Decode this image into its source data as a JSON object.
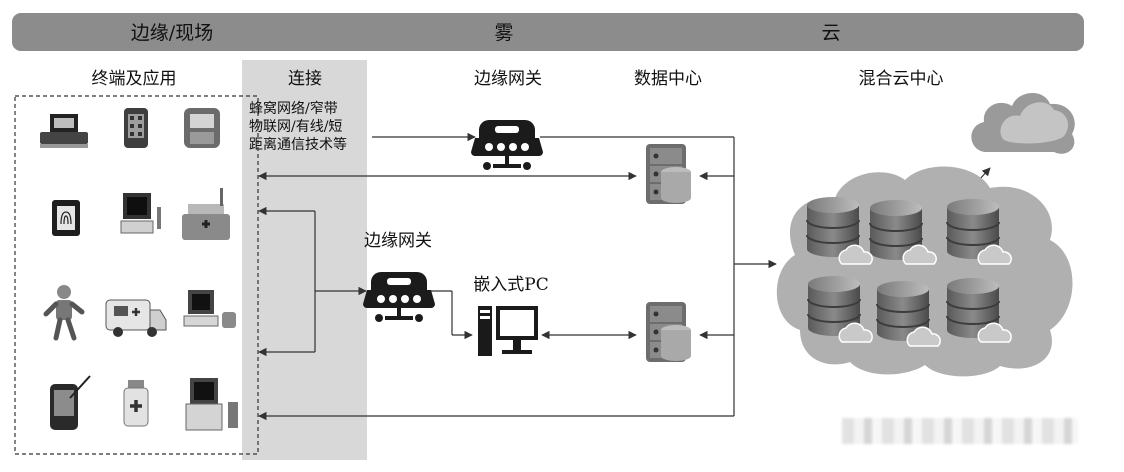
{
  "tiers": {
    "edge": "边缘/现场",
    "fog": "雾",
    "cloud": "云"
  },
  "sections": {
    "endpoints": "终端及应用",
    "connect": "连接",
    "gateway_top": "边缘网关",
    "datacenter": "数据中心",
    "hybrid_cloud": "混合云中心",
    "gateway_mid": "边缘网关",
    "embedded_pc": "嵌入式PC"
  },
  "network_text": [
    "蜂窝网络/窄带",
    "物联网/有线/短",
    "距离通信技术等"
  ],
  "device_icons": [
    "cash-register-icon",
    "phone-keypad-icon",
    "medical-printer-icon",
    "fingerprint-scanner-icon",
    "computer-terminal-icon",
    "medical-cart-icon",
    "robot-icon",
    "ambulance-icon",
    "monitor-device-icon",
    "pda-pen-icon",
    "medicine-bottle-icon",
    "diagnostic-station-icon"
  ]
}
